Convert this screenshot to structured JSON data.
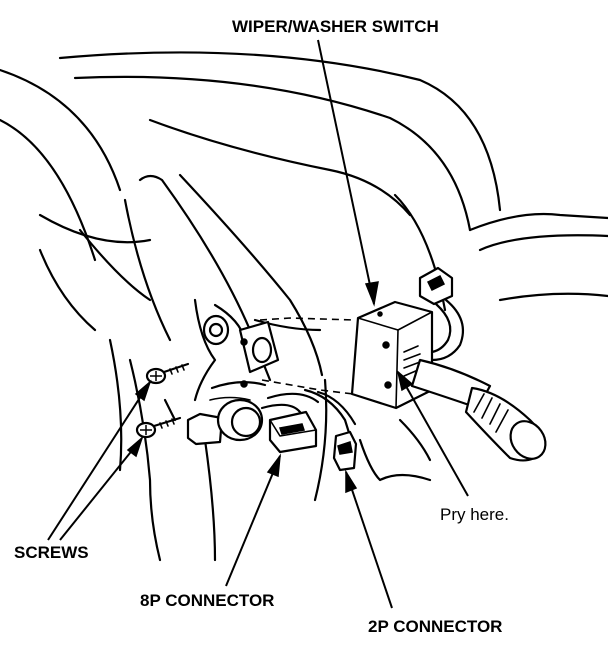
{
  "labels": {
    "wiper_washer_switch": "WIPER/WASHER SWITCH",
    "pry_here": "Pry here.",
    "screws": "SCREWS",
    "connector_8p": "8P CONNECTOR",
    "connector_2p": "2P CONNECTOR"
  }
}
